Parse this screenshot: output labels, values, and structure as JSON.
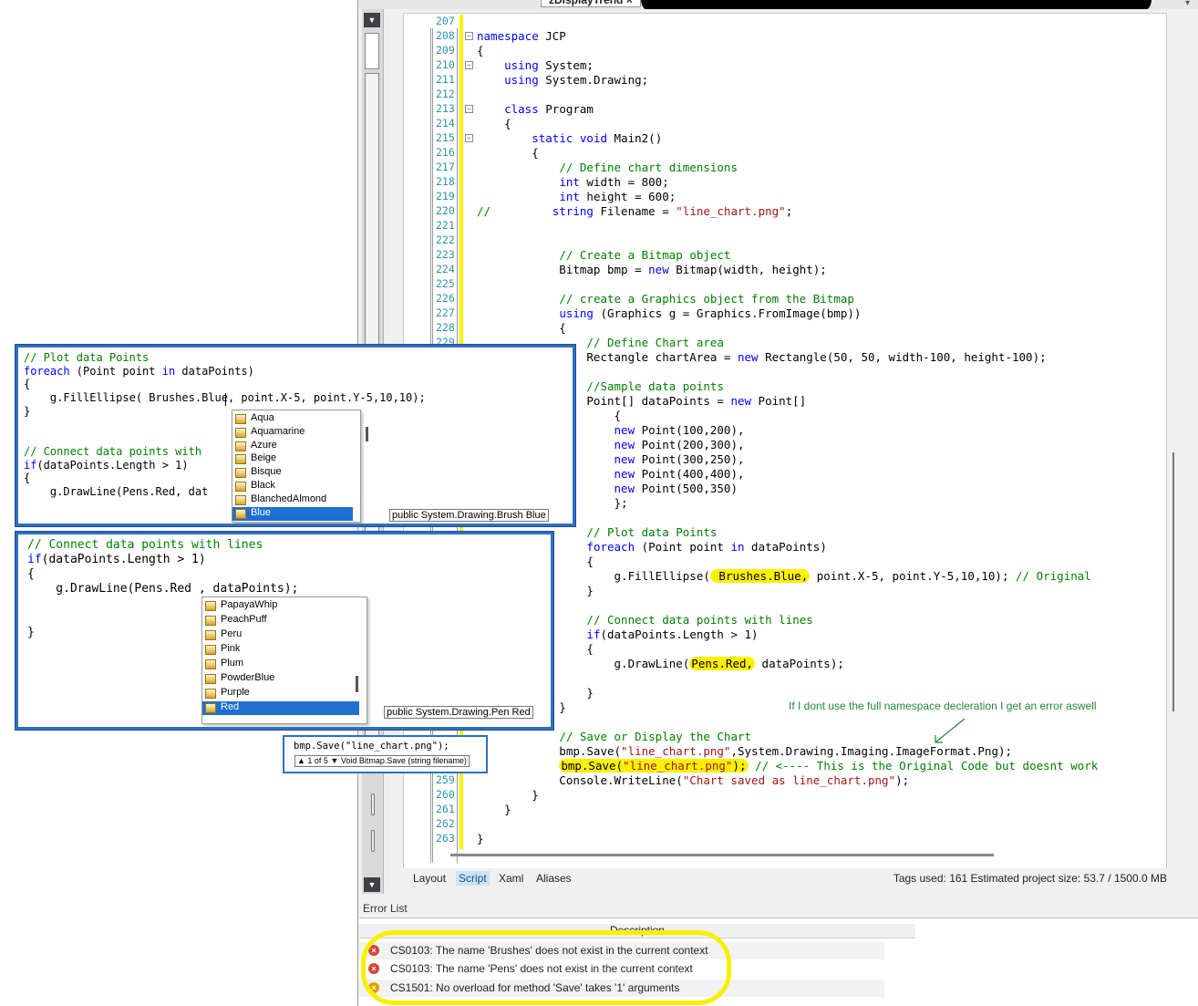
{
  "tab": {
    "title": "zDisplayTrend ×"
  },
  "code": [
    {
      "ln": "207",
      "html": ""
    },
    {
      "ln": "208",
      "html": "<span class=\"kw\">namespace</span> JCP"
    },
    {
      "ln": "209",
      "html": "{"
    },
    {
      "ln": "210",
      "html": "    <span class=\"kw\">using</span> System;"
    },
    {
      "ln": "211",
      "html": "    <span class=\"kw\">using</span> System.Drawing;"
    },
    {
      "ln": "212",
      "html": ""
    },
    {
      "ln": "213",
      "html": "    <span class=\"kw\">class</span> Program"
    },
    {
      "ln": "214",
      "html": "    {"
    },
    {
      "ln": "215",
      "html": "        <span class=\"kw\">static</span> <span class=\"kw\">void</span> Main2()"
    },
    {
      "ln": "216",
      "html": "        {"
    },
    {
      "ln": "217",
      "html": "            <span class=\"cm\">// Define chart dimensions</span>"
    },
    {
      "ln": "218",
      "html": "            <span class=\"kw\">int</span> width = 800;"
    },
    {
      "ln": "219",
      "html": "            <span class=\"kw\">int</span> height = 600;"
    },
    {
      "ln": "220",
      "html": "<span class=\"cm\">//</span>         <span class=\"kw\">string</span> Filename = <span class=\"st\">\"line_chart.png\"</span>;"
    },
    {
      "ln": "221",
      "html": ""
    },
    {
      "ln": "222",
      "html": ""
    },
    {
      "ln": "223",
      "html": "            <span class=\"cm\">// Create a Bitmap object</span>"
    },
    {
      "ln": "224",
      "html": "            Bitmap bmp = <span class=\"kw\">new</span> Bitmap(width, height);"
    },
    {
      "ln": "225",
      "html": ""
    },
    {
      "ln": "226",
      "html": "            <span class=\"cm\">// create a Graphics object from the Bitmap</span>"
    },
    {
      "ln": "227",
      "html": "            <span class=\"kw\">using</span> (Graphics g = Graphics.FromImage(bmp))"
    },
    {
      "ln": "228",
      "html": "            {"
    },
    {
      "ln": "229",
      "html": "                <span class=\"cm\">// Define Chart area</span>"
    },
    {
      "ln": "",
      "html": "                Rectangle chartArea = <span class=\"kw\">new</span> Rectangle(50, 50, width-100, height-100);"
    },
    {
      "ln": "",
      "html": ""
    },
    {
      "ln": "",
      "html": "                <span class=\"cm\">//Sample data points</span>"
    },
    {
      "ln": "",
      "html": "                Point[] dataPoints = <span class=\"kw\">new</span> Point[]"
    },
    {
      "ln": "",
      "html": "                    {"
    },
    {
      "ln": "",
      "html": "                    <span class=\"kw\">new</span> Point(100,200),"
    },
    {
      "ln": "",
      "html": "                    <span class=\"kw\">new</span> Point(200,300),"
    },
    {
      "ln": "",
      "html": "                    <span class=\"kw\">new</span> Point(300,250),"
    },
    {
      "ln": "",
      "html": "                    <span class=\"kw\">new</span> Point(400,400),"
    },
    {
      "ln": "",
      "html": "                    <span class=\"kw\">new</span> Point(500,350)"
    },
    {
      "ln": "",
      "html": "                    };"
    },
    {
      "ln": "",
      "html": ""
    },
    {
      "ln": "",
      "html": "                <span class=\"cm\">// Plot data Points</span>"
    },
    {
      "ln": "",
      "html": "                <span class=\"kw\">foreach</span> (Point point <span class=\"kw\">in</span> dataPoints)"
    },
    {
      "ln": "",
      "html": "                {"
    },
    {
      "ln": "",
      "html": "                    g.FillEllipse(<span class=\"hl\"> Brushes.Blue,</span> point.X-5, point.Y-5,10,10); <span class=\"cm\">// Original</span>"
    },
    {
      "ln": "",
      "html": "                }"
    },
    {
      "ln": "",
      "html": ""
    },
    {
      "ln": "",
      "html": "                <span class=\"cm\">// Connect data points with lines</span>"
    },
    {
      "ln": "",
      "html": "                <span class=\"kw\">if</span>(dataPoints.Length &gt; 1)"
    },
    {
      "ln": "",
      "html": "                {"
    },
    {
      "ln": "",
      "html": "                    g.DrawLine(<span class=\"hl\">Pens.Red,</span> dataPoints);"
    },
    {
      "ln": "",
      "html": ""
    },
    {
      "ln": "",
      "html": "                }"
    },
    {
      "ln": "",
      "html": "            }"
    },
    {
      "ln": "",
      "html": ""
    },
    {
      "ln": "",
      "html": "            <span class=\"cm\">// Save or Display the Chart</span>"
    },
    {
      "ln": "",
      "html": "            bmp.Save(<span class=\"st\">\"line_chart.png\"</span>,System.Drawing.Imaging.ImageFormat.Png);"
    },
    {
      "ln": "",
      "html": "            <span class=\"hl\">bmp.Save(<span class=\"st\">\"line_chart.png\"</span>);</span> <span class=\"cm\">// &lt;---- This is the Original Code but doesnt work</span>"
    },
    {
      "ln": "259",
      "html": "            Console.WriteLine(<span class=\"st\">\"Chart saved as line_chart.png\"</span>);"
    },
    {
      "ln": "260",
      "html": "        }"
    },
    {
      "ln": "261",
      "html": "    }"
    },
    {
      "ln": "262",
      "html": ""
    },
    {
      "ln": "263",
      "html": "}"
    }
  ],
  "annotation": "If I dont use the full namespace decleration I get an error aswell",
  "bottom_tabs": [
    "Layout",
    "Script",
    "Xaml",
    "Aliases"
  ],
  "status": "Tags used: 161   Estimated project size: 53.7 / 1500.0 MB",
  "error_list": {
    "title": "Error List",
    "header": "Description",
    "rows": [
      {
        "icon": "error-icon",
        "text": "CS0103: The name 'Brushes' does not exist in the current context"
      },
      {
        "icon": "error-icon",
        "text": "CS0103: The name 'Pens' does not exist in the current context"
      },
      {
        "icon": "warning-icon",
        "text": "CS1501: No overload for method 'Save' takes '1' arguments"
      }
    ]
  },
  "overlay1": {
    "lines": [
      "// Plot data Points",
      "foreach (Point point in dataPoints)",
      "{",
      "    g.FillEllipse( Brushes.Blue, point.X-5, point.Y-5,10,10);",
      "}",
      "",
      "",
      "// Connect data points with",
      "if(dataPoints.Length > 1)",
      "{",
      "    g.DrawLine(Pens.Red, dat"
    ],
    "items": [
      "Aqua",
      "Aquamarine",
      "Azure",
      "Beige",
      "Bisque",
      "Black",
      "BlanchedAlmond",
      "Blue"
    ],
    "tooltip": "public System.Drawing.Brush Blue"
  },
  "overlay2": {
    "lines": [
      "// Connect data points with lines",
      "if(dataPoints.Length > 1)",
      "{",
      "    g.DrawLine(Pens.Red , dataPoints);",
      "",
      "",
      "}"
    ],
    "items": [
      "PapayaWhip",
      "PeachPuff",
      "Peru",
      "Pink",
      "Plum",
      "PowderBlue",
      "Purple",
      "Red"
    ],
    "tooltip": "public System.Drawing.Pen Red"
  },
  "overlay3": {
    "code": "bmp.Save(\"line_chart.png\");",
    "sig_help": "▲ 1 of 5 ▼ Void Bitmap.Save (string filename)"
  }
}
